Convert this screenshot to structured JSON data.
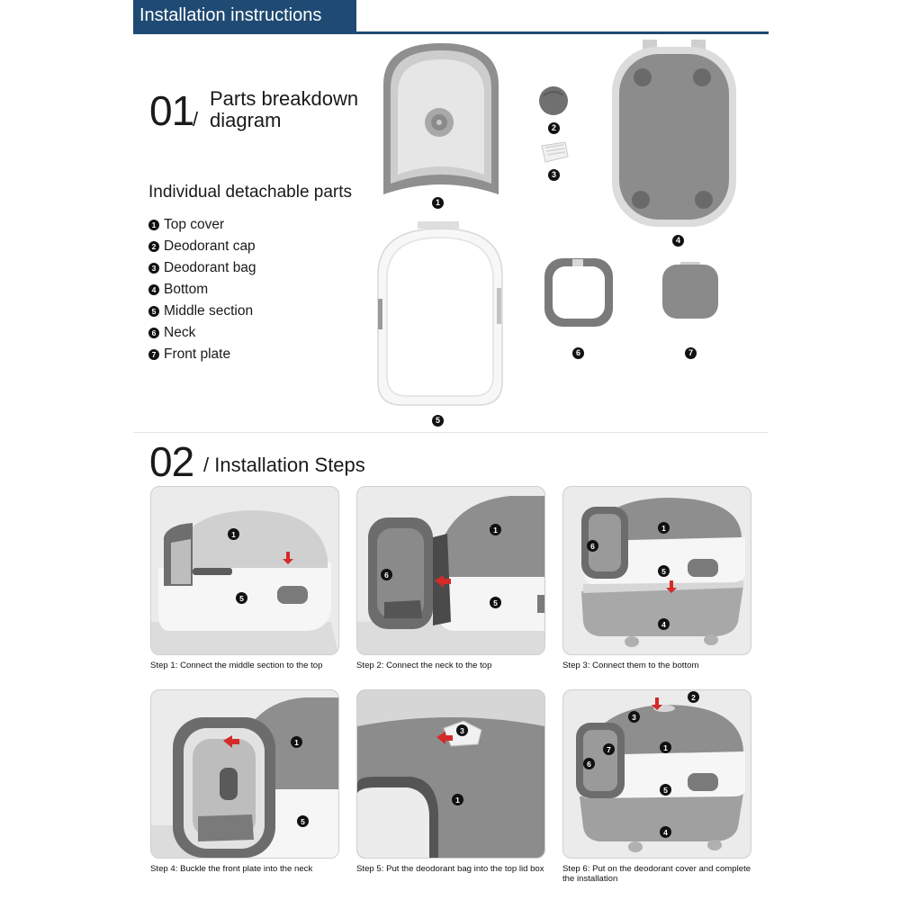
{
  "header": {
    "title": "Installation instructions"
  },
  "section1": {
    "number": "01",
    "slash": "/",
    "title": "Parts breakdown diagram",
    "parts_heading": "Individual detachable parts",
    "parts": [
      {
        "num": "1",
        "label": "Top cover"
      },
      {
        "num": "2",
        "label": "Deodorant cap"
      },
      {
        "num": "3",
        "label": "Deodorant bag"
      },
      {
        "num": "4",
        "label": "Bottom"
      },
      {
        "num": "5",
        "label": "Middle section"
      },
      {
        "num": "6",
        "label": "Neck"
      },
      {
        "num": "7",
        "label": "Front plate"
      }
    ]
  },
  "section2": {
    "number": "02",
    "title": "/ Installation Steps",
    "steps": [
      {
        "caption": "Step 1: Connect the middle section to the top"
      },
      {
        "caption": "Step 2: Connect the neck to the top"
      },
      {
        "caption": "Step 3: Connect them to the bottom"
      },
      {
        "caption": "Step 4: Buckle the front plate into the neck"
      },
      {
        "caption": "Step 5: Put the deodorant bag into the top lid box"
      },
      {
        "caption": "Step 6: Put on the deodorant cover and complete the installation"
      }
    ]
  },
  "colors": {
    "header_bg": "#1f4a73",
    "part_gray": "#8f8f8f",
    "part_white": "#f7f7f7",
    "arrow_red": "#d42a2a"
  }
}
